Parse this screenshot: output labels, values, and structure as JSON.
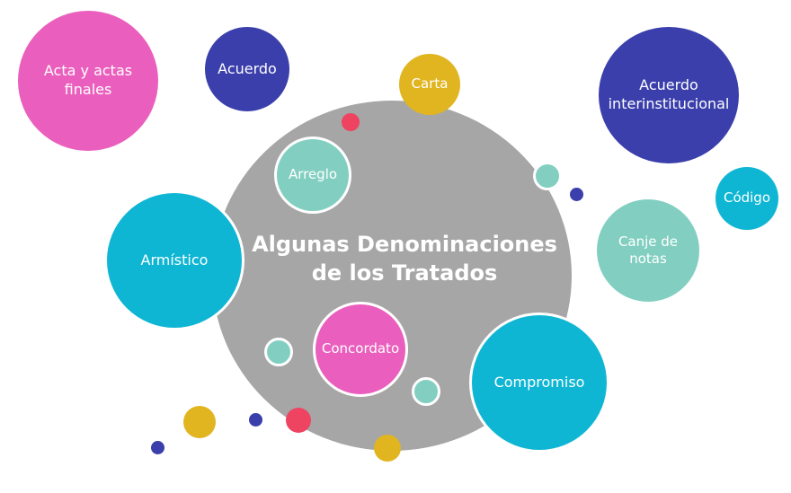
{
  "diagram": {
    "title_line1": "Algunas Denominaciones",
    "title_line2": "de los Tratados",
    "bubbles": {
      "acta": "Acta y actas finales",
      "acuerdo": "Acuerdo",
      "carta": "Carta",
      "acuerdo_inter": "Acuerdo interinstitucional",
      "codigo": "Código",
      "canje": "Canje de notas",
      "arreglo": "Arreglo",
      "armistico": "Armístico",
      "concordato": "Concordato",
      "compromiso": "Compromiso"
    },
    "colors": {
      "center": "#a6a6a6",
      "pink": "#ea5fbd",
      "navy": "#3a3fab",
      "gold": "#e0b520",
      "teal": "#82cfc1",
      "cyan": "#0fb6d4",
      "red": "#ee4361"
    }
  }
}
